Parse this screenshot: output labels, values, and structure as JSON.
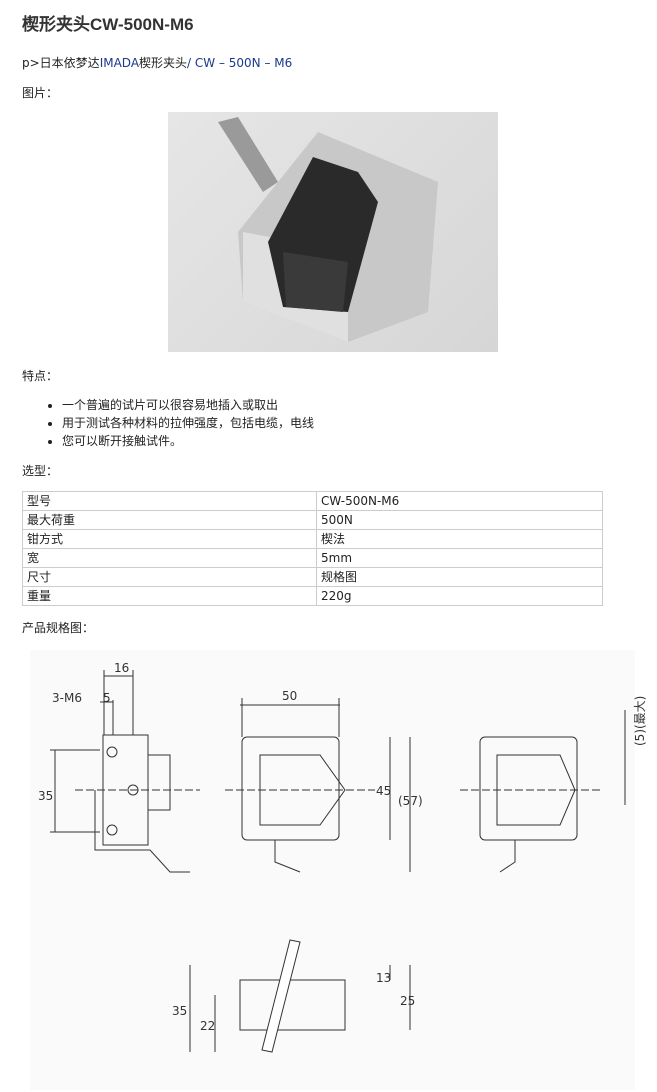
{
  "title": "楔形夹头CW-500N-M6",
  "breadcrumb": {
    "prefix": "p>日本依梦达",
    "brand": "IMADA",
    "product": "楔形夹头",
    "model": "/ CW – 500N – M6"
  },
  "image_label": "图片：",
  "features_label": "特点：",
  "features": [
    "一个普遍的试片可以很容易地插入或取出",
    "用于测试各种材料的拉伸强度，包括电缆，电线",
    "您可以断开接触试件。"
  ],
  "selection_label": "选型：",
  "spec_table": [
    [
      "型号",
      "CW-500N-M6"
    ],
    [
      "最大荷重",
      "500N"
    ],
    [
      "钳方式",
      "楔法"
    ],
    [
      "宽",
      "5mm"
    ],
    [
      "尺寸",
      "规格图"
    ],
    [
      "重量",
      "220g"
    ]
  ],
  "drawing_label": "产品规格图：",
  "drawing": {
    "d16": "16",
    "m6": "3-M6",
    "d5": "5",
    "d35a": "35",
    "d50": "50",
    "d45": "45",
    "d57": "(57)",
    "d5max": "(5)(最大)",
    "d13": "13",
    "d25": "25",
    "d35b": "35",
    "d22": "22"
  }
}
